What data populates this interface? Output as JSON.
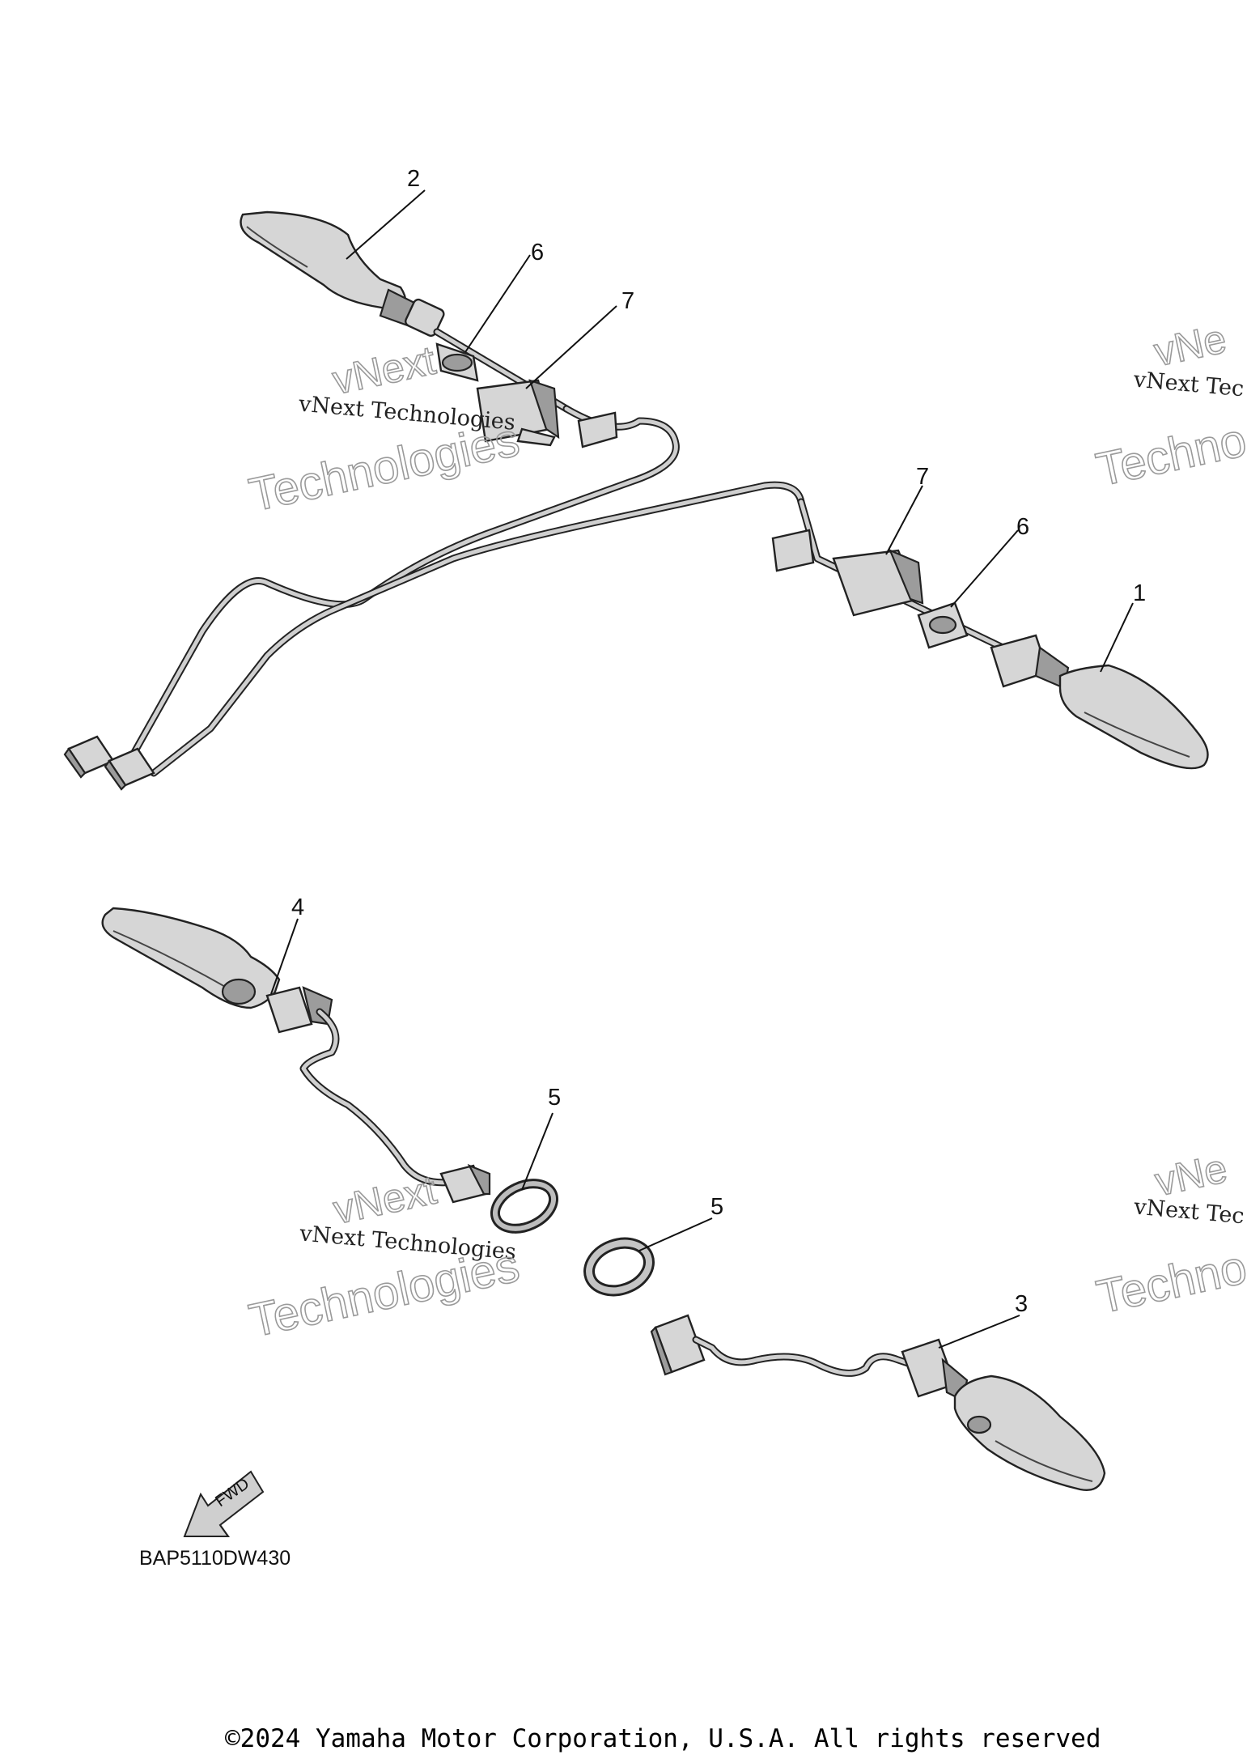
{
  "callouts": [
    {
      "id": "c2",
      "text": "2"
    },
    {
      "id": "c6a",
      "text": "6"
    },
    {
      "id": "c7a",
      "text": "7"
    },
    {
      "id": "c7b",
      "text": "7"
    },
    {
      "id": "c6b",
      "text": "6"
    },
    {
      "id": "c1",
      "text": "1"
    },
    {
      "id": "c4",
      "text": "4"
    },
    {
      "id": "c5a",
      "text": "5"
    },
    {
      "id": "c5b",
      "text": "5"
    },
    {
      "id": "c3",
      "text": "3"
    }
  ],
  "watermark": {
    "small": "vNext Technologies",
    "big": "Technologies",
    "mid": "vNext",
    "right_small": "vNext Tec",
    "right_big": "Techno",
    "right_mid": "vNe"
  },
  "fwd_label": "FWD",
  "diagram_code": "BAP5110DW430",
  "copyright": "©2024 Yamaha Motor Corporation, U.S.A. All rights reserved"
}
